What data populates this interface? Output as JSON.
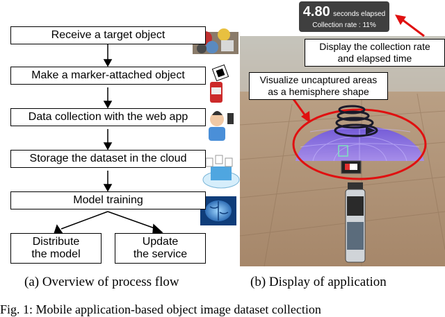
{
  "flow": {
    "steps": [
      "Receive a target object",
      "Make a marker-attached object",
      "Data collection with the web app",
      "Storage the dataset in the cloud",
      "Model training"
    ],
    "branch_left": "Distribute\nthe model",
    "branch_right": "Update\nthe service"
  },
  "app": {
    "timer_value": "4.80",
    "timer_unit": "seconds elapsed",
    "collection_rate": "Collection rate :  11%",
    "callout_rate": "Display the collection rate\nand elapsed time",
    "callout_hemisphere": "Visualize uncaptured areas\nas a hemisphere shape"
  },
  "captions": {
    "a": "(a) Overview of process flow",
    "b": "(b) Display of application",
    "figure": "Fig. 1: Mobile application-based object image dataset collection"
  },
  "colors": {
    "hemisphere": "#8b6cf0",
    "arrow_red": "#e01010",
    "floor": "#b89a7c",
    "timer_bg": "#3f3f3f"
  }
}
